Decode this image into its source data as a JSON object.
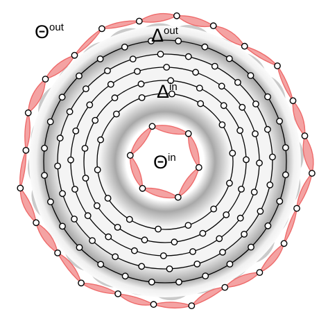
{
  "labels": {
    "theta_out": {
      "symbol": "Θ",
      "superscript": "out"
    },
    "delta_out": {
      "symbol": "Δ",
      "superscript": "out"
    },
    "delta_in": {
      "symbol": "Δ",
      "superscript": "in"
    },
    "theta_in": {
      "symbol": "Θ",
      "superscript": "in"
    }
  },
  "colors": {
    "lens_fill": "#f4a3a3",
    "lens_stroke": "#ee6a6a",
    "shadow": "#9e9e9e",
    "ring_stroke": "#000000",
    "vertex_fill": "#ffffff",
    "vertex_stroke": "#000000",
    "background": "#ffffff"
  },
  "structure": {
    "outer_boundary_lenses": 24,
    "inner_boundary_lenses": 6,
    "concentric_rings": 5,
    "vertices_per_ring": [
      28,
      24,
      20,
      17,
      14
    ]
  }
}
